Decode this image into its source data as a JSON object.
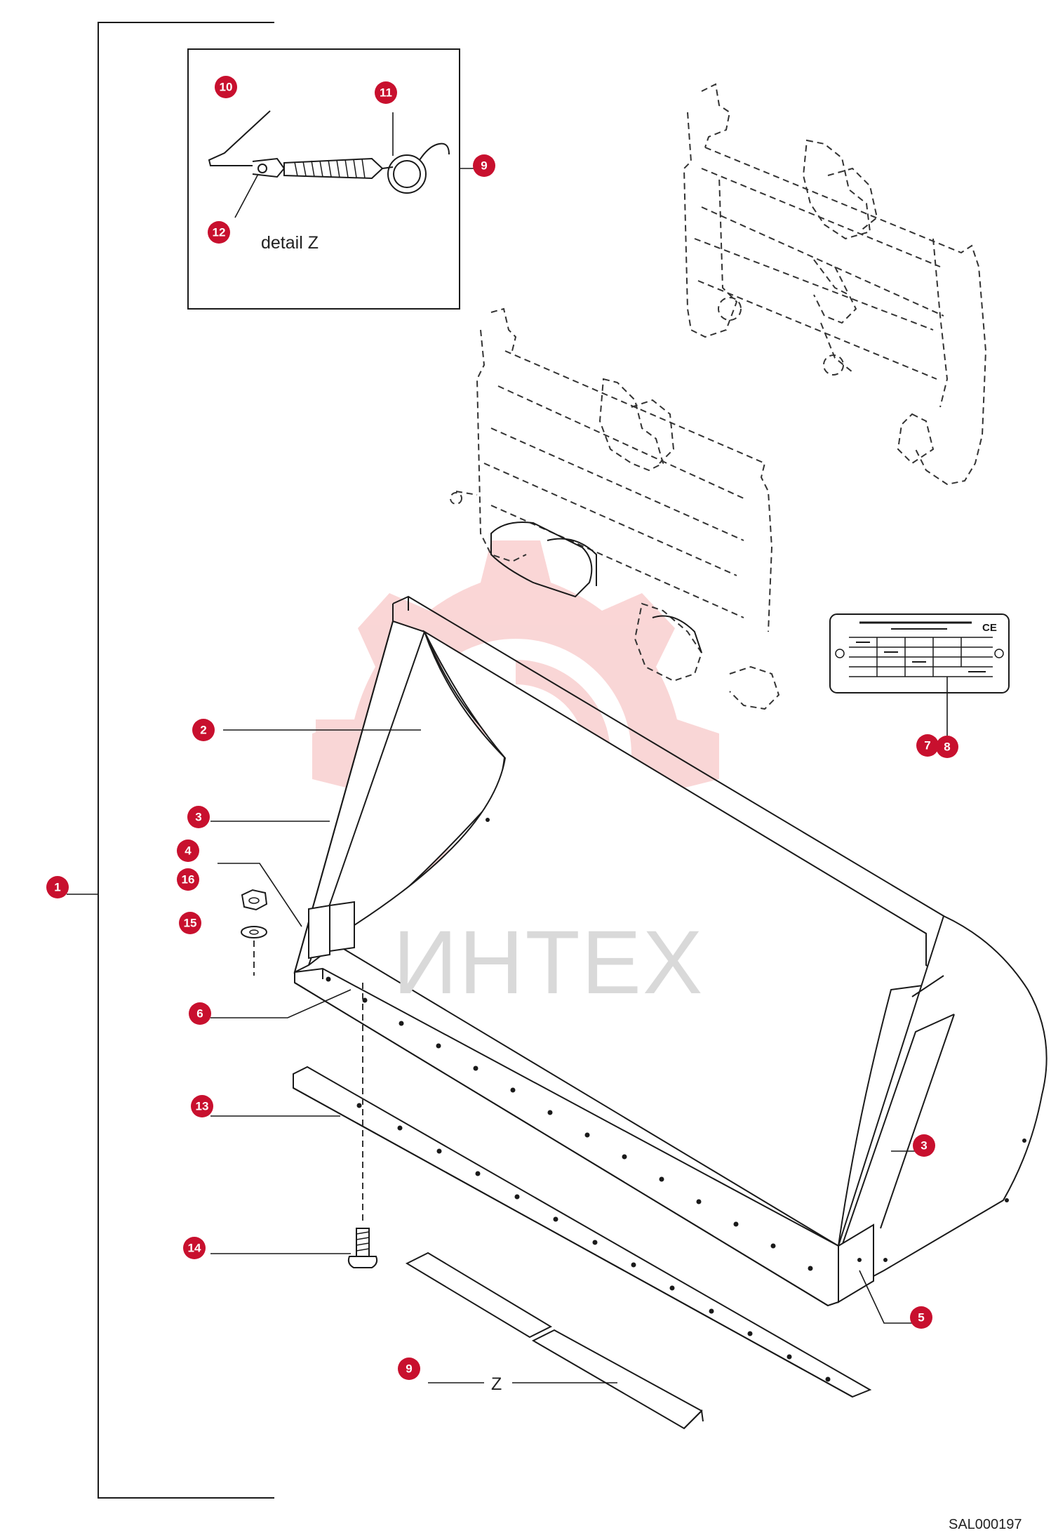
{
  "callouts": {
    "c1": "1",
    "c2": "2",
    "c3a": "3",
    "c3b": "3",
    "c4": "4",
    "c5": "5",
    "c6": "6",
    "c7": "7",
    "c8": "8",
    "c9a": "9",
    "c9b": "9",
    "c10": "10",
    "c11": "11",
    "c12": "12",
    "c13": "13",
    "c14": "14",
    "c15": "15",
    "c16": "16"
  },
  "detail": {
    "label": "detail Z"
  },
  "view_marker": "Z",
  "watermark": {
    "text": "ИНТЕХ",
    "color": "#f5b5b5"
  },
  "drawing_code": "SAL000197",
  "plate": {
    "ce_mark": "CE"
  },
  "colors": {
    "callout": "#c8102e",
    "line": "#1a1a1a"
  }
}
